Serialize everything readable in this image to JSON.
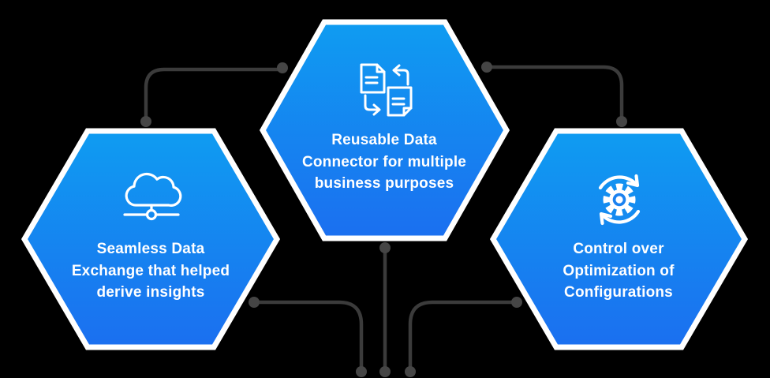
{
  "background_color": "#000000",
  "connector": {
    "line_color": "#3b3b3b",
    "dot_color": "#454545"
  },
  "hexagon_style": {
    "gradient_top": "#0f9cf1",
    "gradient_bottom": "#1b6ff0",
    "border_color": "#ffffff",
    "text_color": "#ffffff",
    "icon_color": "#ffffff",
    "gear_ring_fill": "#1b82f0"
  },
  "hexagons": [
    {
      "id": "seamless-data-exchange",
      "icon": "cloud-network-icon",
      "lines": [
        "Seamless Data",
        "Exchange that helped",
        "derive insights"
      ]
    },
    {
      "id": "reusable-data-connector",
      "icon": "document-exchange-icon",
      "lines": [
        "Reusable Data",
        "Connector for multiple",
        "business purposes"
      ]
    },
    {
      "id": "configuration-control",
      "icon": "gear-sync-icon",
      "lines": [
        "Control over",
        "Optimization of",
        "Configurations"
      ]
    }
  ]
}
